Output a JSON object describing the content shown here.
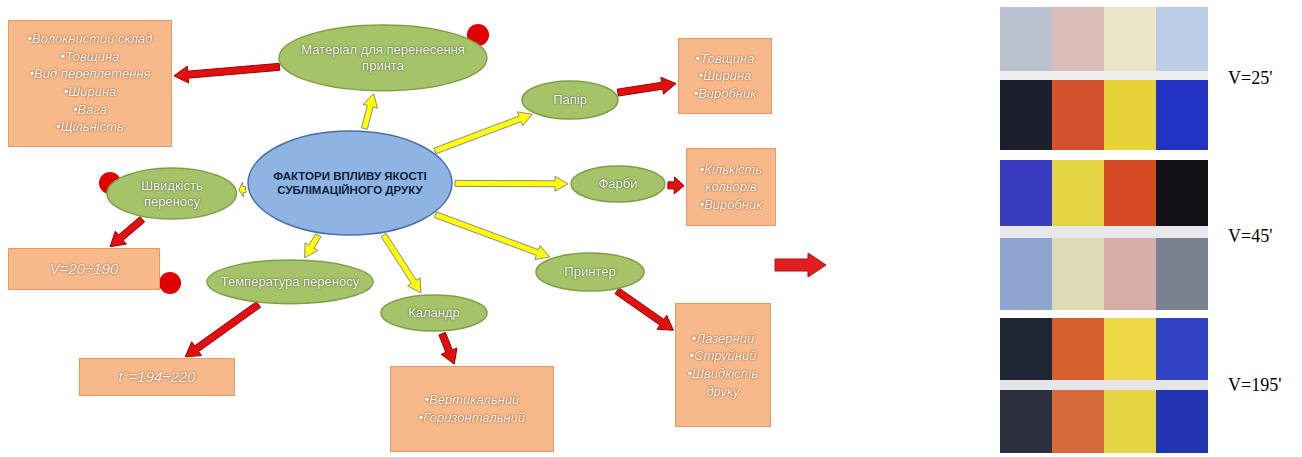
{
  "diagram": {
    "nodes": [
      {
        "text": [
          "ФАКТОРИ ВПЛИВУ ЯКОСТІ СУБЛІМАЦІЙНОГО ДРУКУ"
        ]
      },
      {
        "text": [
          "Матеріал для перенесення принта"
        ]
      },
      {
        "text": [
          "•Волокнистий склад",
          "•Товщина",
          "•Вид переплетення",
          "•Ширина",
          "•Вага",
          "•Щільність"
        ]
      },
      {
        "text": [
          "Папір"
        ]
      },
      {
        "text": [
          "•Товщина",
          "•Ширина",
          "•Виробник"
        ]
      },
      {
        "text": [
          "Фарби"
        ]
      },
      {
        "text": [
          "•Кількість кольорів",
          "•Виробник"
        ]
      },
      {
        "text": [
          "Принтер"
        ]
      },
      {
        "text": [
          "•Лазерний",
          "•Струйний",
          "•Швидкість друку"
        ]
      },
      {
        "text": [
          "Каландр"
        ]
      },
      {
        "text": [
          "•Вертикальний",
          "•Горизонтальний"
        ]
      },
      {
        "text": [
          "Температура переносу"
        ]
      },
      {
        "text": [
          "t°=194÷220"
        ]
      },
      {
        "text": [
          "Швидкість переносу"
        ]
      },
      {
        "text": [
          "V=20÷190"
        ]
      }
    ],
    "edges": [
      {
        "from": 0,
        "to": 1,
        "arrow": "to"
      },
      {
        "from": 0,
        "to": 3,
        "arrow": "to"
      },
      {
        "from": 0,
        "to": 5,
        "arrow": "to"
      },
      {
        "from": 0,
        "to": 7,
        "arrow": "to"
      },
      {
        "from": 0,
        "to": 9,
        "arrow": "to"
      },
      {
        "from": 0,
        "to": 11,
        "arrow": "to"
      },
      {
        "from": 0,
        "to": 13,
        "arrow": "to"
      },
      {
        "from": 1,
        "to": 2,
        "arrow": "to"
      },
      {
        "from": 3,
        "to": 4,
        "arrow": "to"
      },
      {
        "from": 5,
        "to": 6,
        "arrow": "to"
      },
      {
        "from": 7,
        "to": 8,
        "arrow": "to"
      },
      {
        "from": 9,
        "to": 10,
        "arrow": "to"
      },
      {
        "from": 11,
        "to": 12,
        "arrow": "to"
      },
      {
        "from": 13,
        "to": 14,
        "arrow": "to"
      }
    ],
    "labels": [
      "V=25'",
      "V=45'",
      "V=195'"
    ]
  }
}
